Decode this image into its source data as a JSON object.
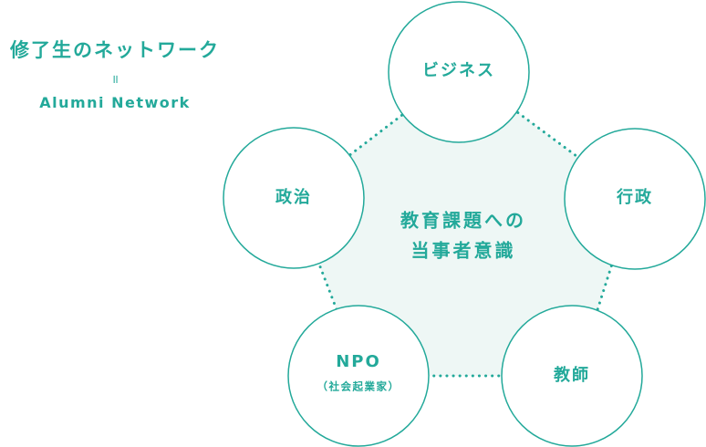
{
  "title": {
    "jp": "修了生のネットワーク",
    "separator": "॥",
    "en": "Alumni Network"
  },
  "center": {
    "line1": "教育課題への",
    "line2": "当事者意識"
  },
  "nodes": [
    {
      "label": "ビジネス",
      "sub": ""
    },
    {
      "label": "行政",
      "sub": ""
    },
    {
      "label": "教師",
      "sub": ""
    },
    {
      "label": "NPO",
      "sub": "（社会起業家）"
    },
    {
      "label": "政治",
      "sub": ""
    }
  ],
  "colors": {
    "accent": "#23a99a",
    "center_fill": "#eef7f5",
    "background": "#ffffff"
  }
}
